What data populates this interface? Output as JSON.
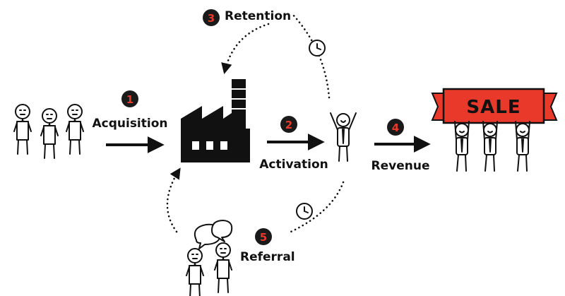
{
  "steps": [
    {
      "number": "1",
      "label": "Acquisition"
    },
    {
      "number": "2",
      "label": "Activation"
    },
    {
      "number": "3",
      "label": "Retention"
    },
    {
      "number": "4",
      "label": "Revenue"
    },
    {
      "number": "5",
      "label": "Referral"
    }
  ],
  "sale_banner": {
    "text": "SALE"
  },
  "icons": {
    "factory": "factory-icon",
    "clock": "clock-icon",
    "speech_bubbles": "speech-bubbles-icon",
    "stick_figure": "stick-figure-icon"
  },
  "colors": {
    "badge": "#1a1a1a",
    "badge_number": "#e8392b",
    "banner": "#e8392b",
    "ink": "#111111"
  }
}
